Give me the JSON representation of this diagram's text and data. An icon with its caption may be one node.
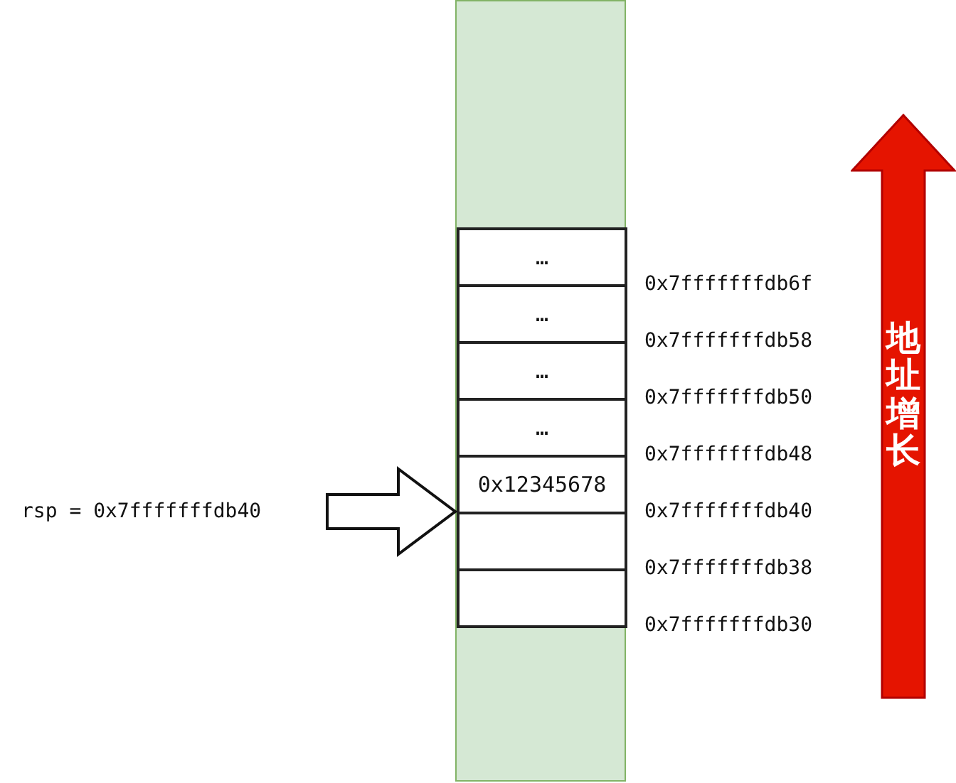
{
  "diagram": {
    "nodes": [
      {
        "text": [],
        "shape": "bar"
      },
      {
        "text": [
          "…"
        ],
        "in": 0
      },
      {
        "text": [
          "…"
        ],
        "in": 0
      },
      {
        "text": [
          "…"
        ],
        "in": 0
      },
      {
        "text": [
          "…"
        ],
        "in": 0
      },
      {
        "text": [
          "0x12345678"
        ],
        "in": 0
      },
      {
        "text": [],
        "shape": "box",
        "in": 0
      },
      {
        "text": [],
        "shape": "box",
        "in": 0
      },
      {
        "text": [
          "rsp = 0x7fffffffdb40"
        ]
      },
      {
        "text": [
          "地址增长"
        ]
      }
    ],
    "edges": [
      {
        "from": 8,
        "to": 0,
        "arrow": "to",
        "style": "thick"
      }
    ],
    "labels": [
      "0x7fffffffdb6f",
      "0x7fffffffdb58",
      "0x7fffffffdb50",
      "0x7fffffffdb48",
      "0x7fffffffdb40",
      "0x7fffffffdb38",
      "0x7fffffffdb30"
    ]
  }
}
